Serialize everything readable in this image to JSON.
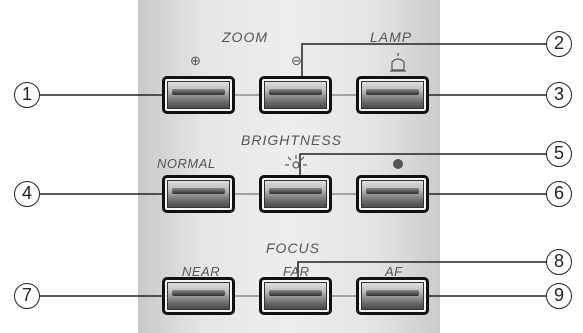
{
  "sections": {
    "zoom": "ZOOM",
    "lamp": "LAMP",
    "brightness": "BRIGHTNESS",
    "focus": "FOCUS"
  },
  "button_labels": {
    "normal": "NORMAL",
    "near": "NEAR",
    "far": "FAR",
    "af": "AF"
  },
  "icons": {
    "zoom_in": "zoom-in-icon",
    "zoom_out": "zoom-out-icon",
    "lamp": "lamp-icon",
    "brightness_up": "brightness-up-icon",
    "brightness_down": "brightness-down-icon"
  },
  "callouts": [
    "1",
    "2",
    "3",
    "4",
    "5",
    "6",
    "7",
    "8",
    "9"
  ]
}
